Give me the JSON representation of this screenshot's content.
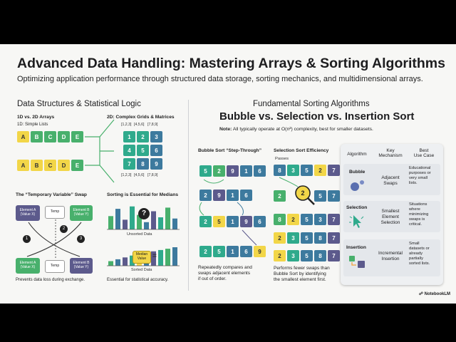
{
  "header": {
    "title": "Advanced Data Handling: Mastering Arrays & Sorting Algorithms",
    "subtitle": "Optimizing application performance through structured data storage, sorting mechanics, and multidimensional arrays."
  },
  "left": {
    "heading": "Data Structures & Statistical Logic",
    "arrays_title": "1D vs. 2D Arrays",
    "simple_lists": "1D: Simple Lists",
    "row1": [
      "A",
      "B",
      "C",
      "D",
      "E"
    ],
    "row2": [
      "A",
      "B",
      "C",
      "D",
      "E"
    ],
    "grid_title": "2D: Complex Grids & Matrices",
    "grid_top_labels": [
      "[1,2,3]",
      "[4,5,6]",
      "[7,8,9]"
    ],
    "grid_bottom_labels": [
      "[1,2,3]",
      "[4,5,6]",
      "[7,8,9]"
    ],
    "grid": [
      [
        "1",
        "2",
        "3"
      ],
      [
        "4",
        "5",
        "6"
      ],
      [
        "7",
        "8",
        "9"
      ]
    ],
    "swap_title": "The “Temporary Variable” Swap",
    "swap": {
      "element_a_top": "Element A\n(Value X)",
      "temp_top": "Temp",
      "element_b_top": "Element B\n(Value Y)",
      "element_a_bottom": "Element A\n(Value X)",
      "temp_bottom": "Temp",
      "element_b_bottom": "Element B\n(Value Y)",
      "step1": "1",
      "step2": "2",
      "step3": "3"
    },
    "swap_caption": "Prevents data loss during exchange.",
    "median_title": "Sorting is Essential for Medians",
    "unsorted_label": "Unsorted Data",
    "median_value": "Median\nValue",
    "equals": "=",
    "question": "?",
    "sorted_label": "Sorted Data",
    "median_caption": "Essential for statistical accuracy.",
    "unsorted_bars": [
      0.55,
      0.85,
      0.4,
      0.95,
      0.6,
      0.3,
      0.75,
      0.5,
      0.9,
      0.45
    ],
    "sorted_bars": [
      0.25,
      0.35,
      0.45,
      0.55,
      0.62,
      0.7,
      0.78,
      0.85,
      0.92,
      1.0
    ]
  },
  "right": {
    "heading": "Fundamental Sorting Algorithms",
    "big_heading": "Bubble vs. Selection vs. Insertion Sort",
    "note_label": "Note:",
    "note_text": "All typically operate at O(n²) complexity, best for smaller datasets.",
    "bubble": {
      "title": "Bubble Sort “Step-Through”",
      "rows": [
        [
          "5",
          "2",
          "9",
          "1",
          "6"
        ],
        [
          "2",
          "9",
          "1",
          "6"
        ],
        [
          "2",
          "5",
          "1",
          "9",
          "6"
        ],
        [
          "2",
          "5",
          "1",
          "6",
          "9"
        ]
      ],
      "caption": "Repeatedly compares and\nswaps adjacent elements\nif out of order."
    },
    "selection": {
      "title": "Selection Sort Efficiency",
      "passes": "Passes",
      "rows": [
        [
          "8",
          "3",
          "5",
          "2",
          "7"
        ],
        [
          "2",
          "5",
          "7"
        ],
        [
          "8",
          "2",
          "5",
          "3",
          "7"
        ],
        [
          "2",
          "3",
          "5",
          "8",
          "7"
        ],
        [
          "2",
          "3",
          "5",
          "8",
          "7"
        ]
      ],
      "magnifier_value": "2",
      "caption": "Performs fewer swaps than\nBubble Sort by identifying\nthe smallest element first."
    },
    "table": {
      "headers": [
        "Algorithm",
        "Key\nMechanism",
        "Best\nUse Case"
      ],
      "rows": [
        {
          "name": "Bubble",
          "mechanism": "Adjacent\nSwaps",
          "use": "Educational\npurposes or\nvery small\nlists."
        },
        {
          "name": "Selection",
          "mechanism": "Smallest\nElement\nSelection",
          "use": "Situations\nwhere\nminimizing\nswaps is\ncritical."
        },
        {
          "name": "Insertion",
          "mechanism": "Incremental\nInsertion",
          "use": "Small\ndatasets or\nalready\npartially\nsorted lists."
        }
      ]
    }
  },
  "footer": {
    "logo": "NotebookLM"
  },
  "colors": {
    "yellow": "#f2d648",
    "green": "#48b06c",
    "blue": "#3d7a9e",
    "purple": "#5c5a8c",
    "teal": "#2faa8c"
  }
}
